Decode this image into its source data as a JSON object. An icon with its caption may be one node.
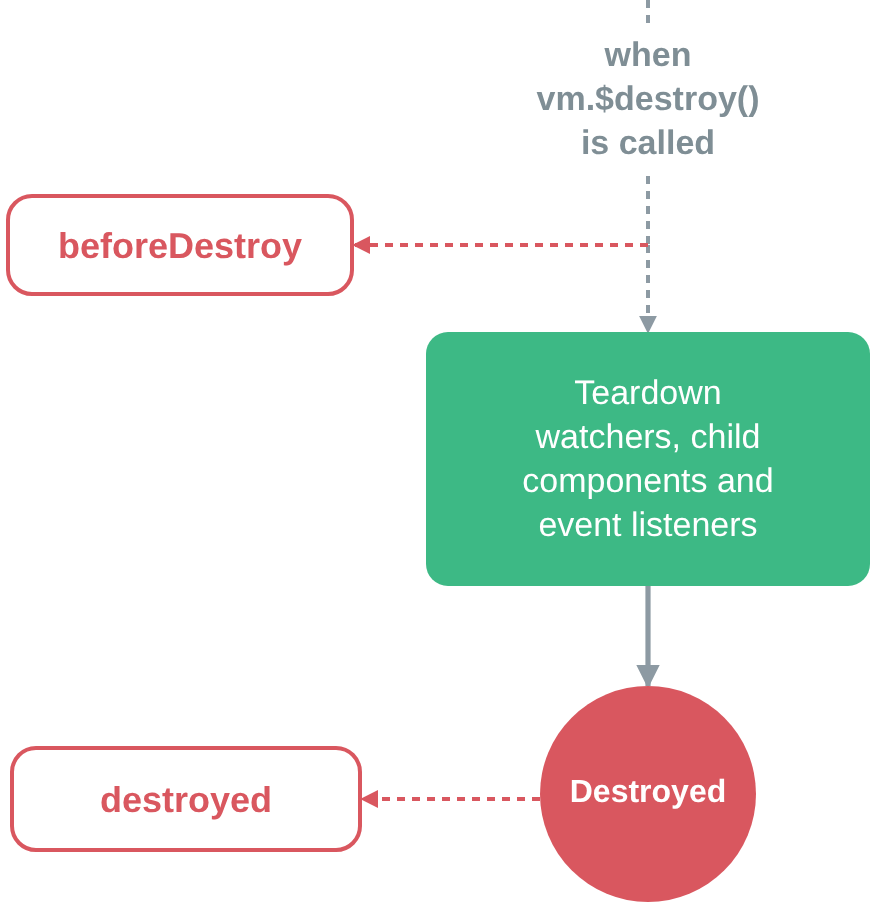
{
  "diagram": {
    "nodes": [
      {
        "text": [
          "when vm.$destroy() is called"
        ]
      },
      {
        "text": [
          "beforeDestroy"
        ]
      },
      {
        "text": [
          "Teardown watchers, child components and event listeners"
        ]
      },
      {
        "text": [
          "Destroyed"
        ]
      },
      {
        "text": [
          "destroyed"
        ]
      }
    ],
    "edges": [
      {
        "from": null,
        "to": 0,
        "arrow": "none",
        "style": "dashed"
      },
      {
        "from": 0,
        "to": 2,
        "arrow": "to",
        "style": "dashed"
      },
      {
        "from": 0,
        "to": 1,
        "arrow": "to",
        "style": "dashed",
        "color": "#d9575f"
      },
      {
        "from": 2,
        "to": 3,
        "arrow": "to"
      },
      {
        "from": 3,
        "to": 4,
        "arrow": "to",
        "style": "dashed",
        "color": "#d9575f"
      }
    ]
  }
}
